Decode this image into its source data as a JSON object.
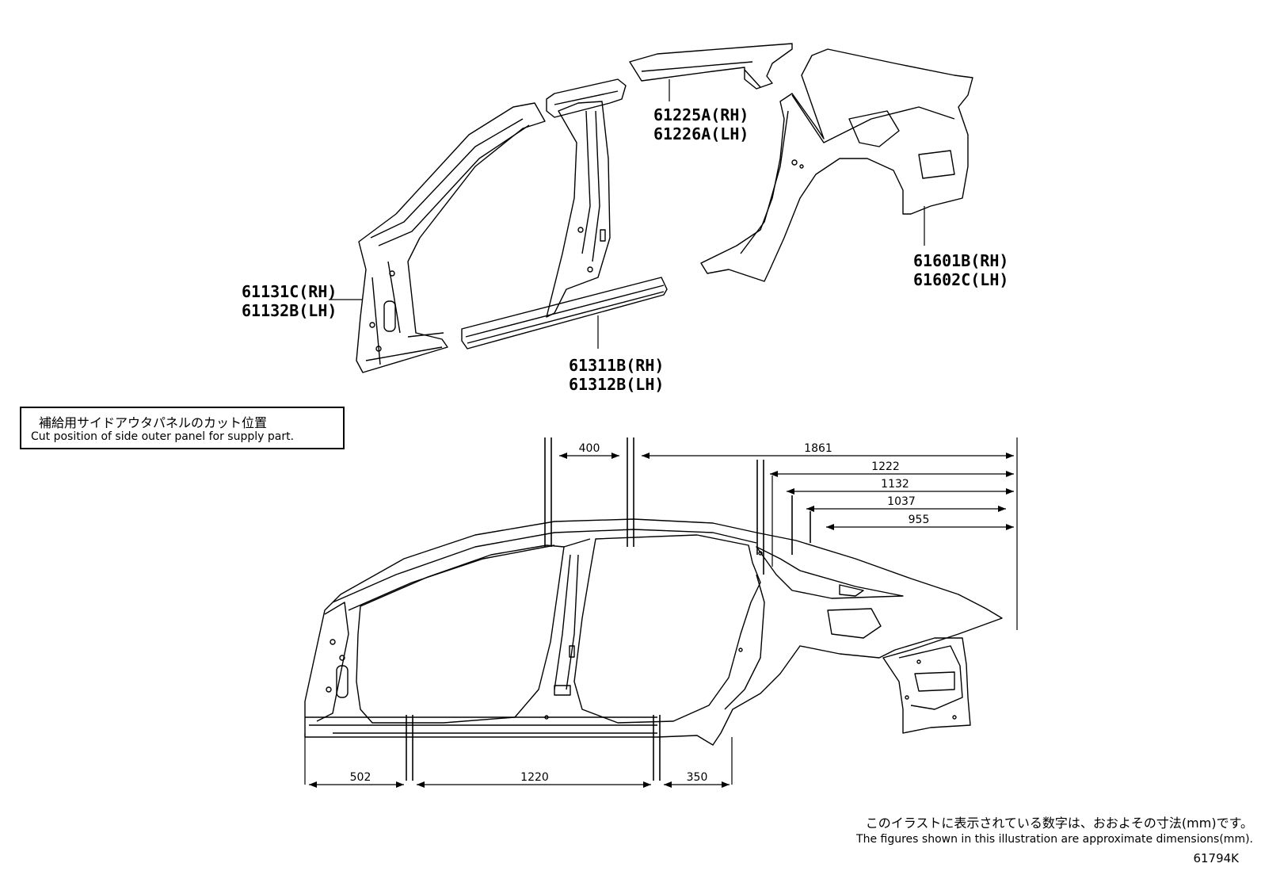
{
  "parts": [
    {
      "id": "a_pillar",
      "rh": "61131C(RH)",
      "lh": "61132B(LH)"
    },
    {
      "id": "rocker",
      "rh": "61311B(RH)",
      "lh": "61312B(LH)"
    },
    {
      "id": "roof_side",
      "rh": "61225A(RH)",
      "lh": "61226A(LH)"
    },
    {
      "id": "quarter",
      "rh": "61601B(RH)",
      "lh": "61602C(LH)"
    }
  ],
  "legend": {
    "jp": "補給用サイドアウタパネルのカット位置",
    "en": "Cut position of side outer panel for supply part."
  },
  "dimensions": {
    "top_400": "400",
    "top_1861": "1861",
    "top_1222": "1222",
    "top_1132": "1132",
    "top_1037": "1037",
    "top_955": "955",
    "bottom_502": "502",
    "bottom_1220": "1220",
    "bottom_350": "350"
  },
  "note": {
    "jp": "このイラストに表示されている数字は、おおよその寸法(mm)です。",
    "en": "The figures shown in this illustration are approximate dimensions(mm)."
  },
  "figure_code": "61794K"
}
